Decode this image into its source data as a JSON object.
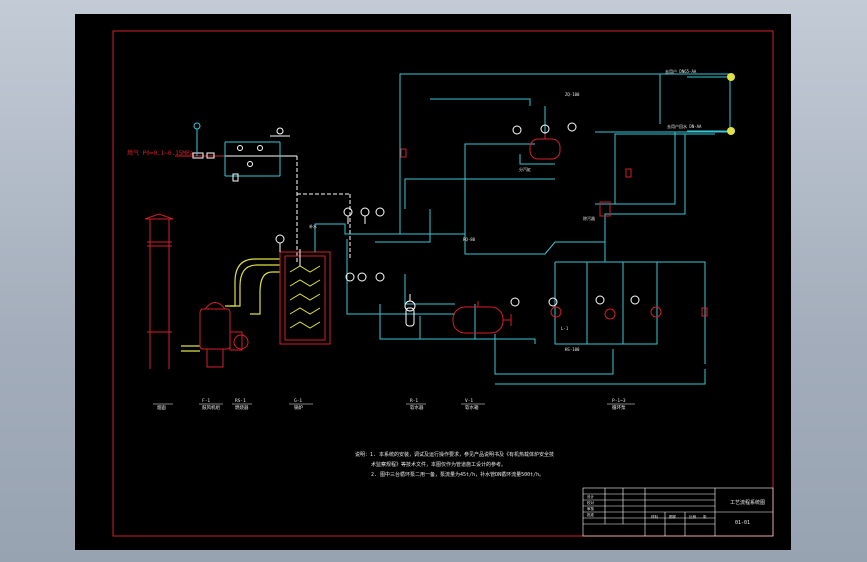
{
  "drawing": {
    "gas_inlet_label": "燃气 P0=0.1~0.15MPa",
    "top_right_labels": [
      "去用户 DN65-AA",
      "去用户回水 DN-AA"
    ],
    "equipment_labels": [
      {
        "id": "chimney",
        "name": "烟囱",
        "code": ""
      },
      {
        "id": "fan",
        "name": "鼓风机组",
        "code": "F-1"
      },
      {
        "id": "burner",
        "name": "燃烧器",
        "code": "RS-1"
      },
      {
        "id": "boiler",
        "name": "锅炉",
        "code": "G-1"
      },
      {
        "id": "softener",
        "name": "软水器",
        "code": "R-1"
      },
      {
        "id": "tank",
        "name": "软水箱",
        "code": "V-1"
      },
      {
        "id": "pumps",
        "name": "循环泵",
        "code": "P-1~3"
      }
    ],
    "small_tags": {
      "separator": "分汽缸",
      "makeup": "补水",
      "pump_label": "L-1",
      "filter": "除污器",
      "gas_line": "RQ-80",
      "steam_line": "ZQ-100",
      "return_line": "HS-100"
    },
    "notes": [
      "说明：1. 本系统的安装，调试及运行操作要求，参见产品说明书及《有机热载体炉安全技",
      "术监察规程》等技术文件，本图仅作为管道施工设计的参考。",
      "2. 图中三台循环泵二用一备，泵流量为45t/h，补水管DN循环流量500t/h。"
    ]
  },
  "title_block": {
    "drawing_title": "工艺流程系统图",
    "drawing_no": "01-01",
    "rows": [
      "设计",
      "校对",
      "审核",
      "批准"
    ],
    "cols": [
      "材料",
      "图样",
      "比例",
      "张"
    ]
  },
  "colors": {
    "sheet": "#000000",
    "frame": "#d0202a",
    "pipe": "#39c8d8",
    "equipment": "#d0202a",
    "flue": "#e0e040",
    "gas": "#d0202a",
    "text": "#e8e8e8",
    "aux": "#ffffff"
  }
}
